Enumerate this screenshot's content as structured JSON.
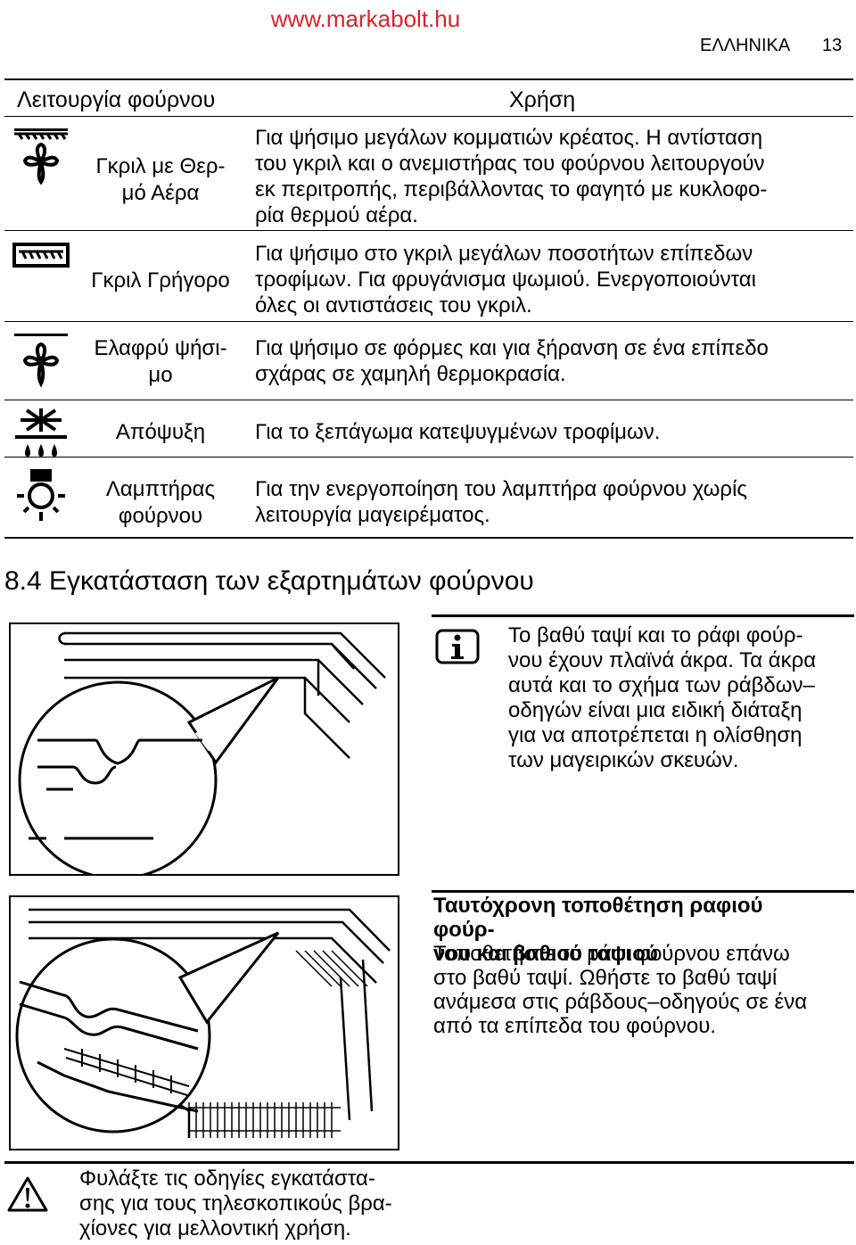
{
  "header": {
    "url": "www.markabolt.hu",
    "language": "ΕΛΛΗΝΙΚΑ",
    "page_number": "13"
  },
  "table": {
    "col_function": "Λειτουργία φούρνου",
    "col_use": "Χρήση",
    "rows": [
      {
        "icon": "grill-fan-icon",
        "name_lines": [
          "Γκριλ με Θερ-",
          "μό Αέρα"
        ],
        "use_lines": [
          "Για ψήσιμο μεγάλων κομματιών κρέατος. Η αντίσταση",
          "του γκριλ και ο ανεμιστήρας του φούρνου λειτουργούν",
          "εκ περιτροπής, περιβάλλοντας το φαγητό με κυκλοφο-",
          "ρία θερμού αέρα."
        ]
      },
      {
        "icon": "fast-grill-icon",
        "name_lines": [
          "Γκριλ Γρήγορο"
        ],
        "use_lines": [
          "Για ψήσιμο στο γκριλ μεγάλων ποσοτήτων επίπεδων",
          "τροφίμων. Για φρυγάνισμα ψωμιού. Ενεργοποιούνται",
          "όλες οι αντιστάσεις του γκριλ."
        ]
      },
      {
        "icon": "gentle-bake-icon",
        "name_lines": [
          "Ελαφρύ ψήσι-",
          "μο"
        ],
        "use_lines": [
          "Για ψήσιμο σε φόρμες και για ξήρανση σε ένα επίπεδο",
          "σχάρας σε χαμηλή θερμοκρασία."
        ]
      },
      {
        "icon": "defrost-icon",
        "name_lines": [
          "Απόψυξη"
        ],
        "use_lines": [
          "Για το ξεπάγωμα κατεψυγμένων τροφίμων."
        ]
      },
      {
        "icon": "oven-lamp-icon",
        "name_lines": [
          "Λαμπτήρας",
          "φούρνου"
        ],
        "use_lines": [
          "Για την ενεργοποίηση του λαμπτήρα φούρνου χωρίς",
          "λειτουργία μαγειρέματος."
        ]
      }
    ]
  },
  "section": {
    "title": "8.4 Εγκατάσταση των εξαρτημάτων φούρνου"
  },
  "info_note": {
    "icon": "info-icon",
    "lines": [
      "Το βαθύ ταψί και το ράφι φούρ-",
      "νου έχουν πλαϊνά άκρα. Τα άκρα",
      "αυτά και το σχήμα των ράβδων–",
      "οδηγών είναι μια ειδική διάταξη",
      "για να αποτρέπεται η ολίσθηση",
      "των μαγειρικών σκευών."
    ]
  },
  "tip": {
    "title_lines": [
      "Ταυτόχρονη τοποθέτηση ραφιού φούρ-",
      "νου και βαθιού ταψιού"
    ],
    "text_lines": [
      "Τοποθετήστε το ράφι φούρνου επάνω",
      "στο βαθύ ταψί. Ωθήστε το βαθύ ταψί",
      "ανάμεσα στις ράβδους–οδηγούς σε ένα",
      "από τα επίπεδα του φούρνου."
    ]
  },
  "warning": {
    "icon": "warning-icon",
    "lines": [
      "Φυλάξτε τις οδηγίες εγκατάστα-",
      "σης για τους τηλεσκοπικούς βρα-",
      "χίονες για μελλοντική χρήση."
    ]
  },
  "colors": {
    "url_red": "#d8232a",
    "text": "#000000"
  }
}
